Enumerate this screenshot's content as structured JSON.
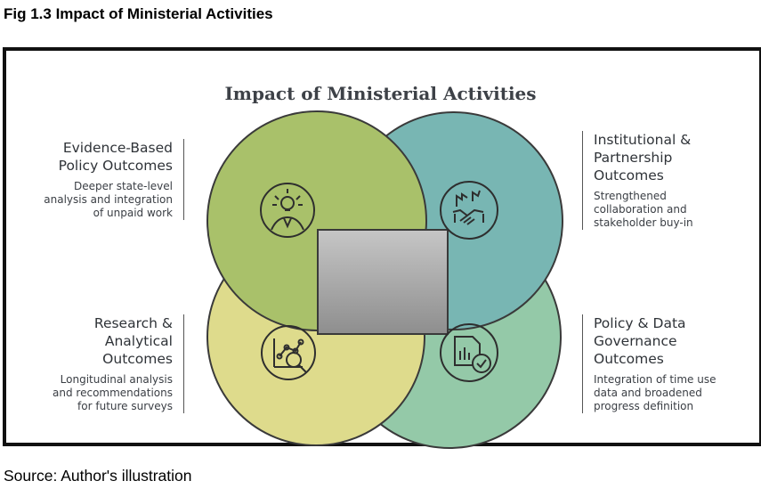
{
  "figure": {
    "caption": "Fig 1.3 Impact of Ministerial Activities",
    "title": "Impact of Ministerial Activities",
    "source": "Source: Author's illustration"
  },
  "quadrants": {
    "top_left": {
      "heading": "Evidence-Based\nPolicy Outcomes",
      "description": "Deeper state-level\nanalysis and integration\nof unpaid work",
      "icon": "lightbulb-person-icon",
      "color": "#a9c16a"
    },
    "top_right": {
      "heading": "Institutional &\nPartnership\nOutcomes",
      "description": "Strengthened\ncollaboration and\nstakeholder buy-in",
      "icon": "handshake-icon",
      "color": "#78b6b3"
    },
    "bottom_left": {
      "heading": "Research &\nAnalytical\nOutcomes",
      "description": "Longitudinal analysis\nand recommendations\nfor future surveys",
      "icon": "chart-magnifier-icon",
      "color": "#dedb8c"
    },
    "bottom_right": {
      "heading": "Policy & Data\nGovernance\nOutcomes",
      "description": "Integration of time use\ndata and broadened\nprogress definition",
      "icon": "document-check-icon",
      "color": "#94c9a8"
    }
  }
}
